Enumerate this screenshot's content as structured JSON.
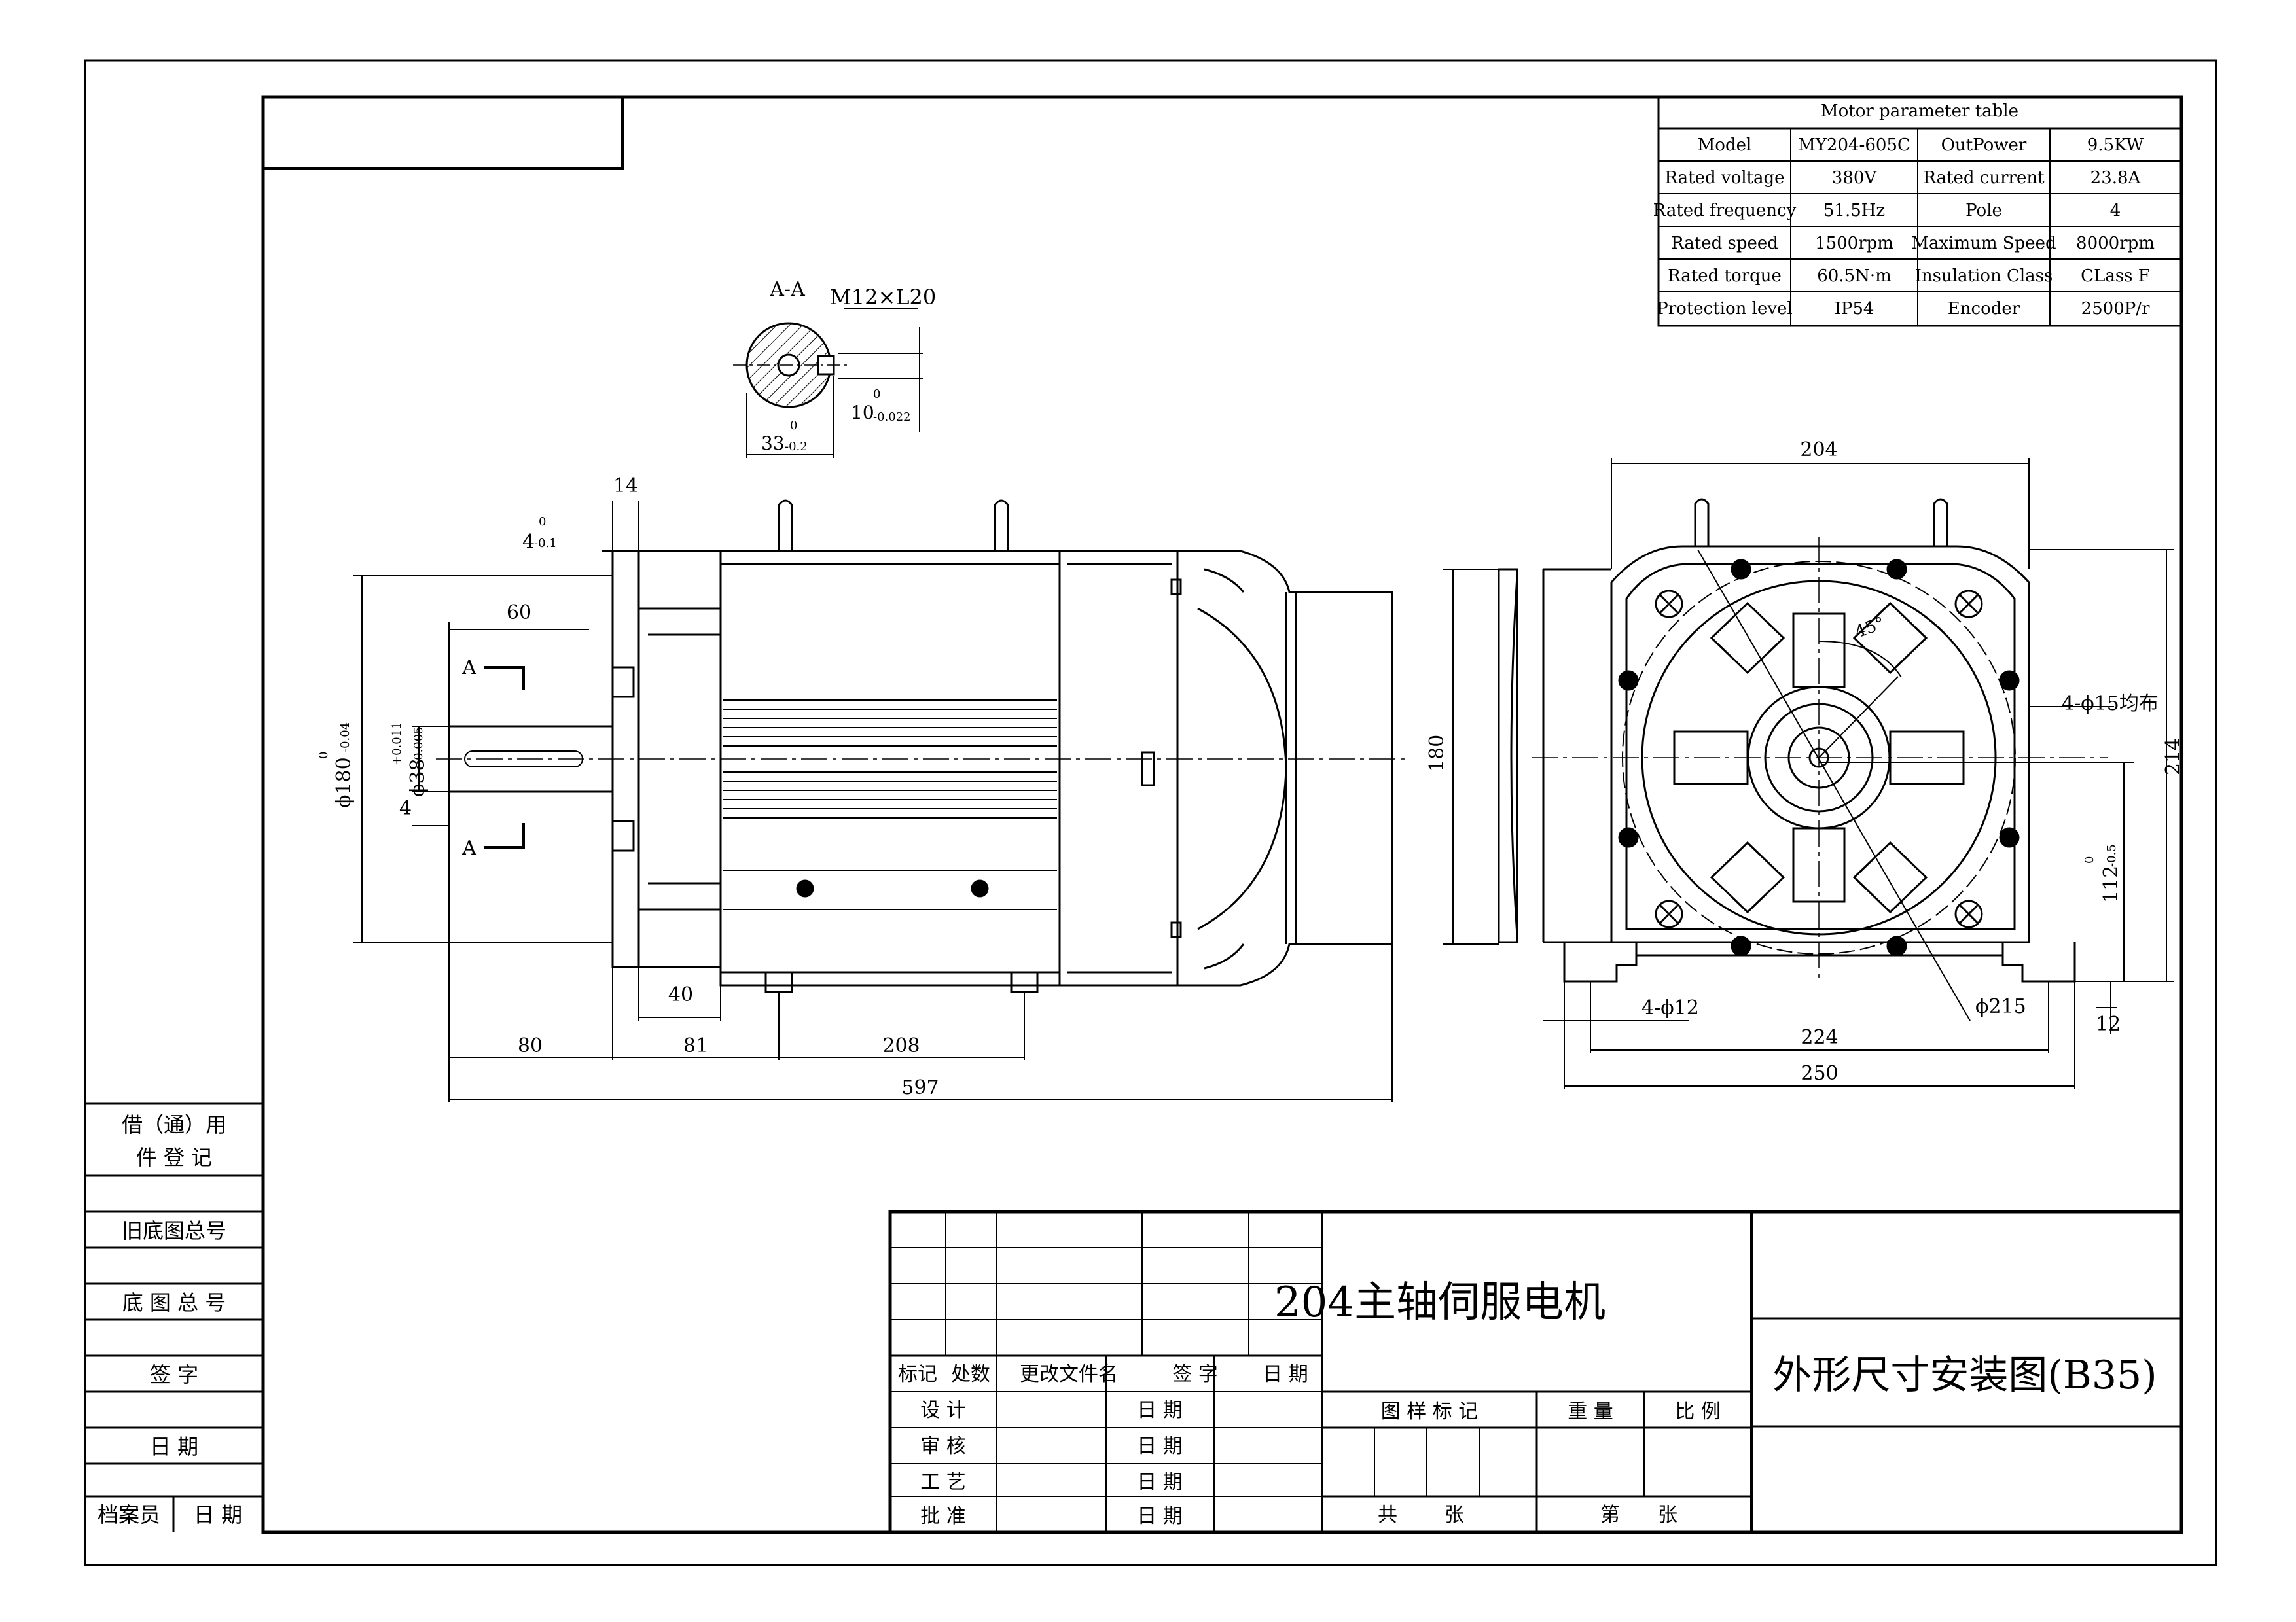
{
  "param_table": {
    "title": "Motor parameter table",
    "rows": [
      [
        "Model",
        "MY204-605C",
        "OutPower",
        "9.5KW"
      ],
      [
        "Rated voltage",
        "380V",
        "Rated current",
        "23.8A"
      ],
      [
        "Rated frequency",
        "51.5Hz",
        "Pole",
        "4"
      ],
      [
        "Rated speed",
        "1500rpm",
        "Maximum Speed",
        "8000rpm"
      ],
      [
        "Rated torque",
        "60.5N·m",
        "Insulation Class",
        "CLass F"
      ],
      [
        "Protection level",
        "IP54",
        "Encoder",
        "2500P/r"
      ]
    ]
  },
  "section_view": {
    "label": "A-A",
    "thread": "M12×L20",
    "key_width": "10",
    "key_width_tol_upper": "0",
    "key_width_tol_lower": "-0.022",
    "shaft_key_height": "33",
    "shaft_key_height_tol_upper": "0",
    "shaft_key_height_tol_lower": "-0.2"
  },
  "side_view_dims": {
    "d14": "14",
    "d4": "4",
    "d4_tol_upper": "0",
    "d4_tol_lower": "-0.1",
    "d60": "60",
    "section_mark": "A",
    "phi180": "ϕ180",
    "phi180_tol_upper": "0",
    "phi180_tol_lower": "-0.04",
    "phi38": "ϕ38",
    "phi38_tol_upper": "+0.011",
    "phi38_tol_lower": "-0.005",
    "d4b": "4",
    "d40": "40",
    "d80": "80",
    "d81": "81",
    "d208": "208",
    "d597": "597",
    "d180": "180"
  },
  "front_view_dims": {
    "d204": "204",
    "angle": "45°",
    "holes": "4-ϕ15均布",
    "d214": "214",
    "d112": "112",
    "d112_tol_upper": "0",
    "d112_tol_lower": "-0.5",
    "foot_holes": "4-ϕ12",
    "phi215": "ϕ215",
    "d224": "224",
    "d12": "12",
    "d250": "250"
  },
  "left_block": {
    "borrow": [
      "借（通）用",
      "件  登  记"
    ],
    "old_base": "旧底图总号",
    "base_no": "底 图 总 号",
    "sign": "签    字",
    "date": "日    期",
    "archivist": "档案员",
    "archive_date": "日  期"
  },
  "title_block": {
    "product_name": "204主轴伺服电机",
    "drawing_name": "外形尺寸安装图(B35)",
    "rev_headers": [
      "标记",
      "处数",
      "更改文件名",
      "签  字",
      "日 期"
    ],
    "roles": [
      "设  计",
      "审  核",
      "工  艺",
      "批  准"
    ],
    "date_label": "日  期",
    "pattern_mark": "图 样 标 记",
    "weight": "重 量",
    "scale": "比 例",
    "total": "共",
    "sheet_unit": "张",
    "sheet_no": "第"
  }
}
